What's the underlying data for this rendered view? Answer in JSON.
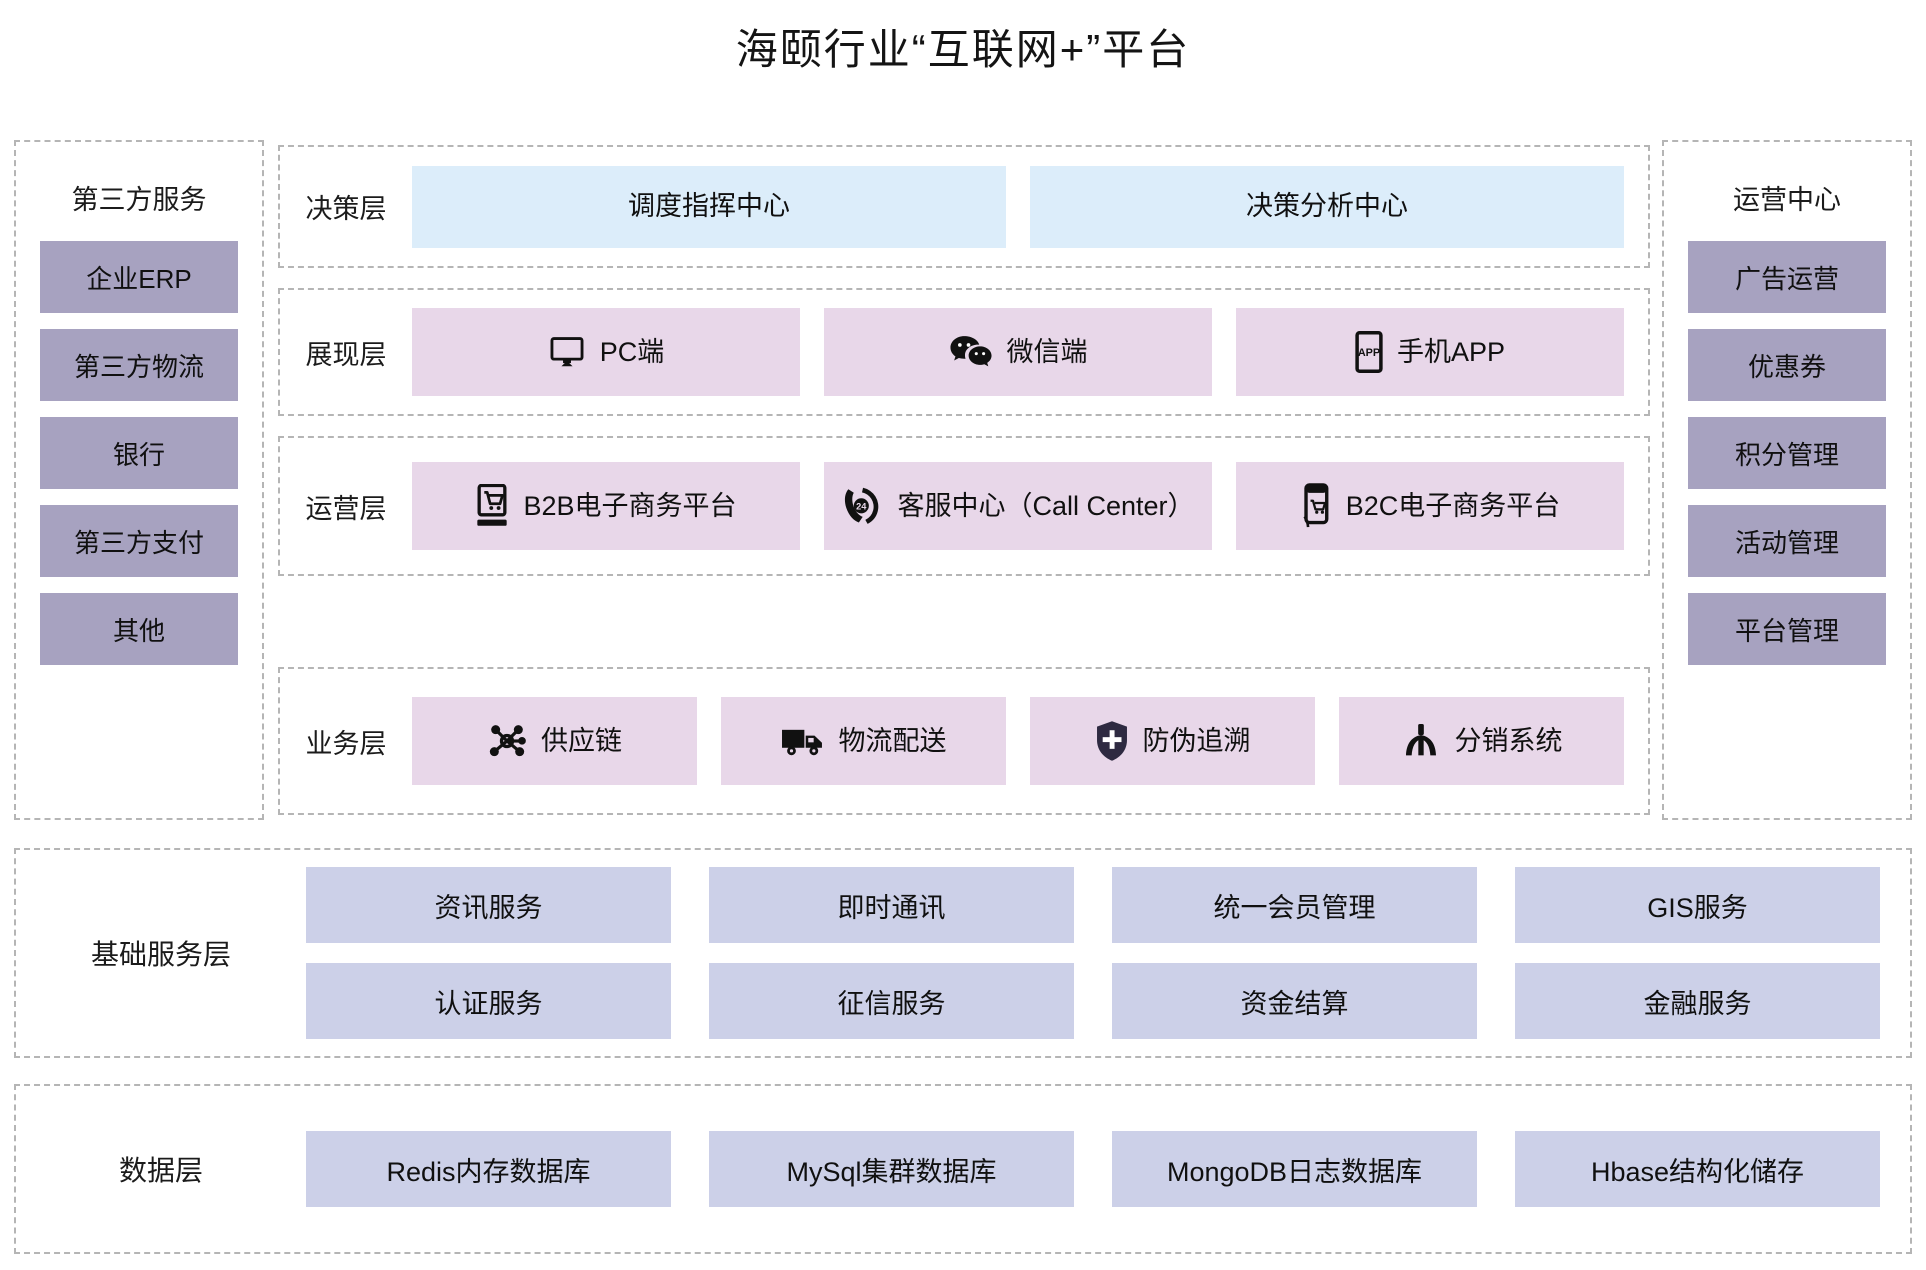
{
  "title": "海颐行业“互联网+”平台",
  "colors": {
    "accent_blue": "#dcedfa",
    "accent_pink": "#e8d7e9",
    "accent_purple": "#a7a2c0",
    "accent_service": "#ccd0e8",
    "frame_dashed": "#b5b5b5",
    "text": "#101010"
  },
  "left_panel": {
    "title": "第三方服务",
    "items": [
      {
        "label": "企业ERP"
      },
      {
        "label": "第三方物流"
      },
      {
        "label": "银行"
      },
      {
        "label": "第三方支付"
      },
      {
        "label": "其他"
      }
    ]
  },
  "right_panel": {
    "title": "运营中心",
    "items": [
      {
        "label": "广告运营"
      },
      {
        "label": "优惠券"
      },
      {
        "label": "积分管理"
      },
      {
        "label": "活动管理"
      },
      {
        "label": "平台管理"
      }
    ]
  },
  "layers": [
    {
      "label": "决策层",
      "style": "blue",
      "cells": [
        {
          "label": "调度指挥中心",
          "icon": ""
        },
        {
          "label": "决策分析中心",
          "icon": ""
        }
      ]
    },
    {
      "label": "展现层",
      "style": "pink",
      "cells": [
        {
          "label": "PC端",
          "icon": "monitor-icon"
        },
        {
          "label": "微信端",
          "icon": "wechat-icon"
        },
        {
          "label": "手机APP",
          "icon": "mobile-app-icon"
        }
      ]
    },
    {
      "label": "运营层",
      "style": "pink",
      "cells": [
        {
          "label": "B2B电子商务平台",
          "icon": "shopping-cart-terminal-icon"
        },
        {
          "label": "客服中心（Call Center）",
          "icon": "phone-24-icon"
        },
        {
          "label": "B2C电子商务平台",
          "icon": "mobile-shopping-icon"
        }
      ]
    },
    {
      "label": "业务层",
      "style": "pink",
      "cells": [
        {
          "label": "供应链",
          "icon": "network-nodes-icon"
        },
        {
          "label": "物流配送",
          "icon": "truck-icon"
        },
        {
          "label": "防伪追溯",
          "icon": "shield-cross-icon"
        },
        {
          "label": "分销系统",
          "icon": "distribution-tree-icon"
        }
      ]
    }
  ],
  "base_service_layer": {
    "label": "基础服务层",
    "items": [
      {
        "label": "资讯服务"
      },
      {
        "label": "即时通讯"
      },
      {
        "label": "统一会员管理"
      },
      {
        "label": "GIS服务"
      },
      {
        "label": "认证服务"
      },
      {
        "label": "征信服务"
      },
      {
        "label": "资金结算"
      },
      {
        "label": "金融服务"
      }
    ]
  },
  "data_layer": {
    "label": "数据层",
    "items": [
      {
        "label": "Redis内存数据库"
      },
      {
        "label": "MySql集群数据库"
      },
      {
        "label": "MongoDB日志数据库"
      },
      {
        "label": "Hbase结构化储存"
      }
    ]
  }
}
